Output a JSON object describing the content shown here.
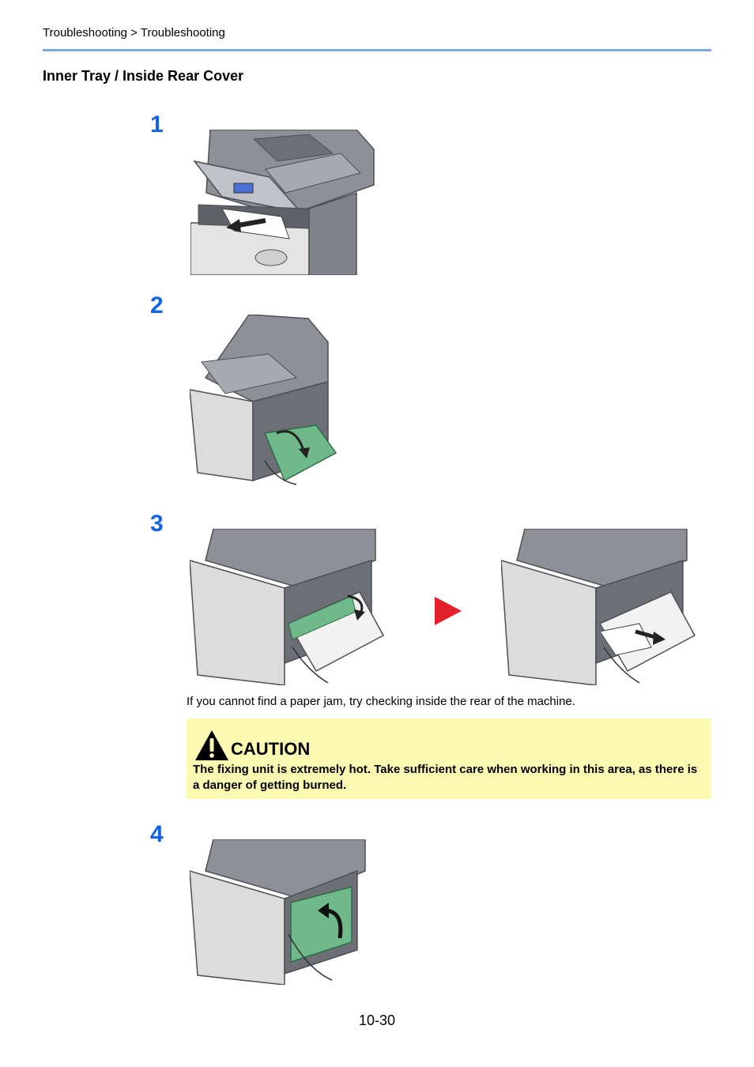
{
  "header": {
    "breadcrumb": "Troubleshooting > Troubleshooting"
  },
  "section": {
    "title": "Inner Tray / Inside Rear Cover"
  },
  "steps": [
    {
      "number": "1"
    },
    {
      "number": "2"
    },
    {
      "number": "3"
    },
    {
      "number": "4"
    }
  ],
  "note": "If you cannot find a paper jam, try checking inside the rear of the machine.",
  "caution": {
    "title": "CAUTION",
    "text": "The fixing unit is extremely hot. Take sufficient care when working in this area, as there is a danger of getting burned."
  },
  "colors": {
    "step_number": "#1464e6",
    "rule": "#7fa7e6",
    "caution_bg": "#fcf9b3",
    "arrow": "#e3212b",
    "cover_green": "#6fb98a"
  },
  "footer": {
    "page_number": "10-30"
  }
}
